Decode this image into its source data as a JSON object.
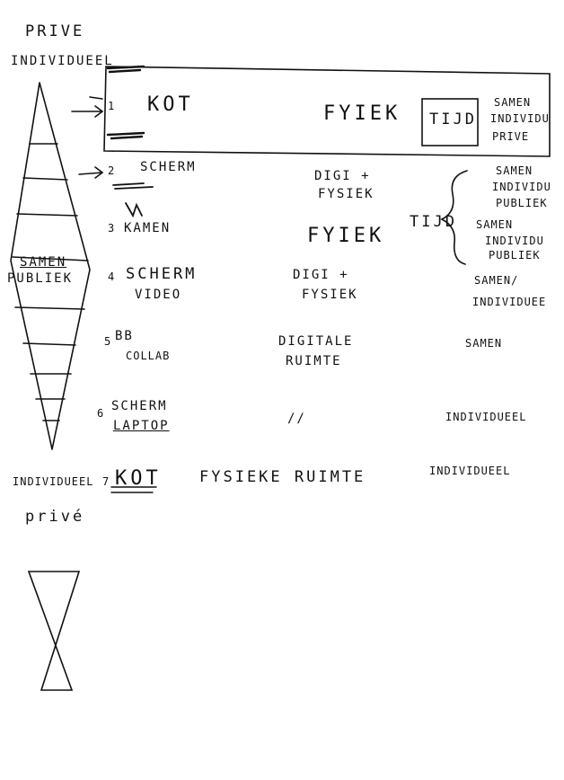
{
  "top_labels": {
    "prive": "PRIVE",
    "individueel": "INDIVIDUEEL"
  },
  "middle_labels": {
    "samen": "SAMEN",
    "publiek": "PUBLIEK"
  },
  "bottom_labels": {
    "individueel": "INDIVIDUEEL",
    "prive": "privé"
  },
  "rows": [
    {
      "num": "1",
      "name": "KOT",
      "space": "FYIEK",
      "tag": "TIJD",
      "social": [
        "SAMEN",
        "INDIVIDU",
        "PRIVE"
      ]
    },
    {
      "num": "2",
      "name": "SCHERM",
      "space": [
        "DIGI +",
        "FYSIEK"
      ],
      "social": [
        "SAMEN",
        "INDIVIDU",
        "PUBLIEK"
      ]
    },
    {
      "num": "3",
      "name": "KAMEN",
      "space": "FYIEK",
      "tag": "TIJD",
      "social": [
        "SAMEN",
        "INDIVIDU",
        "PUBLIEK"
      ]
    },
    {
      "num": "4",
      "name": [
        "SCHERM",
        "VIDEO"
      ],
      "space": [
        "DIGI +",
        "FYSIEK"
      ],
      "social": [
        "SAMEN/",
        "INDIVIDUEE"
      ]
    },
    {
      "num": "5",
      "name": [
        "BB",
        "COLLAB"
      ],
      "space": [
        "DIGITALE",
        "RUIMTE"
      ],
      "social": "SAMEN"
    },
    {
      "num": "6",
      "name": [
        "SCHERM",
        "LAPTOP"
      ],
      "space": "//",
      "social": "INDIVIDUEEL"
    },
    {
      "num": "7",
      "name": "KOT",
      "space": "FYSIEKE RUIMTE",
      "social": "INDIVIDUEEL"
    }
  ]
}
